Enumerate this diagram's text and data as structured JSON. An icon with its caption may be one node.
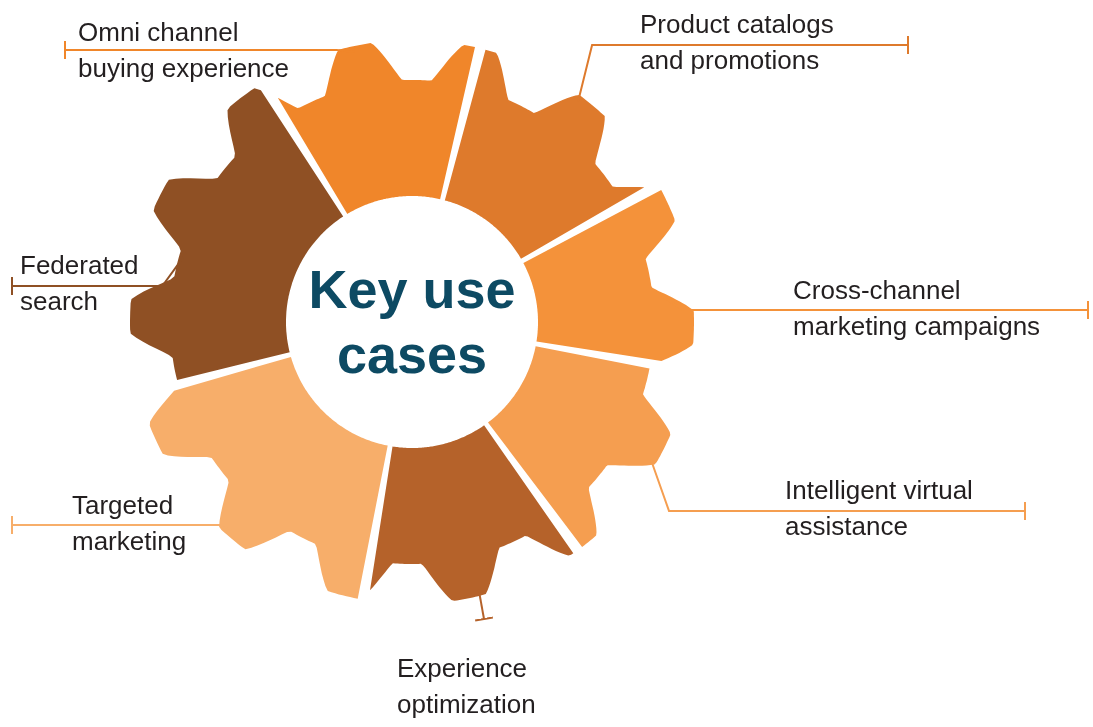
{
  "diagram": {
    "nodes": [
      {
        "text": [
          "Key use cases"
        ]
      },
      {
        "text": [],
        "shape": "segment"
      },
      {
        "text": [],
        "shape": "segment"
      },
      {
        "text": [],
        "shape": "segment"
      },
      {
        "text": [],
        "shape": "segment"
      },
      {
        "text": [],
        "shape": "segment"
      },
      {
        "text": [],
        "shape": "segment"
      },
      {
        "text": [],
        "shape": "segment"
      },
      {
        "text": [
          "Omni channel buying experience"
        ]
      },
      {
        "text": [
          "Product catalogs and promotions"
        ]
      },
      {
        "text": [
          "Cross-channel marketing campaigns"
        ]
      },
      {
        "text": [
          "Intelligent virtual assistance"
        ]
      },
      {
        "text": [
          "Experience optimization"
        ]
      },
      {
        "text": [
          "Targeted marketing"
        ]
      },
      {
        "text": [
          "Federated search"
        ]
      }
    ],
    "edges": [
      {
        "from": 8,
        "to": 1,
        "arrow": "other",
        "color": "#f0862a"
      },
      {
        "from": 9,
        "to": 2,
        "arrow": "other",
        "color": "#de7a2c"
      },
      {
        "from": 10,
        "to": 3,
        "arrow": "other",
        "color": "#f4923a"
      },
      {
        "from": 11,
        "to": 4,
        "arrow": "other",
        "color": "#f59e50"
      },
      {
        "from": 12,
        "to": 5,
        "arrow": "other",
        "color": "#b5622a"
      },
      {
        "from": 13,
        "to": 6,
        "arrow": "other",
        "color": "#f7ae6a"
      },
      {
        "from": 14,
        "to": 7,
        "arrow": "other",
        "color": "#8f5024"
      }
    ]
  }
}
